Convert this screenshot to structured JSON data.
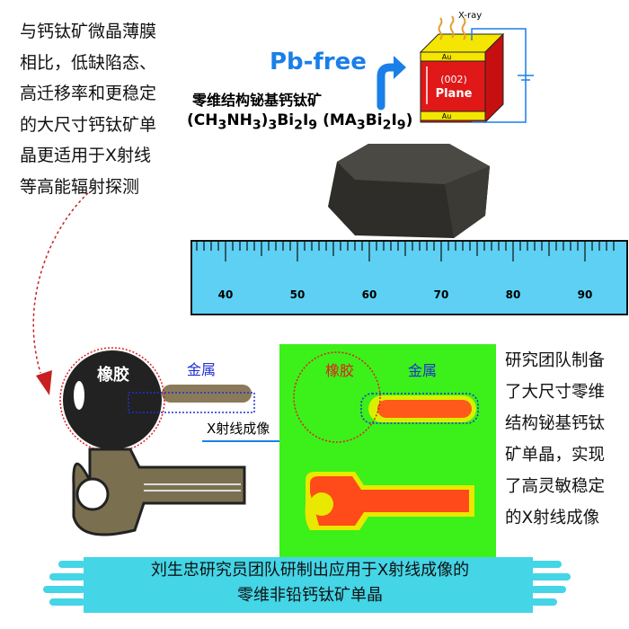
{
  "left_text": [
    "与钙钛矿微晶薄膜",
    "相比，低缺陷态、",
    "高迁移率和更稳定",
    "的大尺寸钙钛矿单",
    "晶更适用于X射线",
    "等高能辐射探测"
  ],
  "pb_free": "Pb-free",
  "material_name": "零维结构铋基钙钛矿",
  "formula": "(CH3NH3)3Bi2I9 (MA3Bi2I9)",
  "cube": {
    "xray": "X-ray",
    "top_electrode": "Au",
    "bottom_electrode": "Au",
    "plane_line1": "(002)",
    "plane_line2": "Plane"
  },
  "ruler": {
    "ticks": [
      "40",
      "50",
      "60",
      "70",
      "80",
      "90"
    ]
  },
  "key": {
    "rubber": "橡胶",
    "metal": "金属"
  },
  "imaging_arrow": "X射线成像",
  "xray_image": {
    "rubber": "橡胶",
    "metal": "金属"
  },
  "right_text": [
    "研究团队制备",
    "了大尺寸零维",
    "结构铋基钙钛",
    "矿单晶，实现",
    "了高灵敏稳定",
    "的X射线成像"
  ],
  "banner": {
    "line1": "刘生忠研究员团队研制出应用于X射线成像的",
    "line2": "零维非铅钙钛矿单晶"
  },
  "colors": {
    "accent": "#1a7fe8",
    "banner": "#44d5e6",
    "ruler": "#5dd0f3",
    "image_bg": "#3cf01a"
  }
}
